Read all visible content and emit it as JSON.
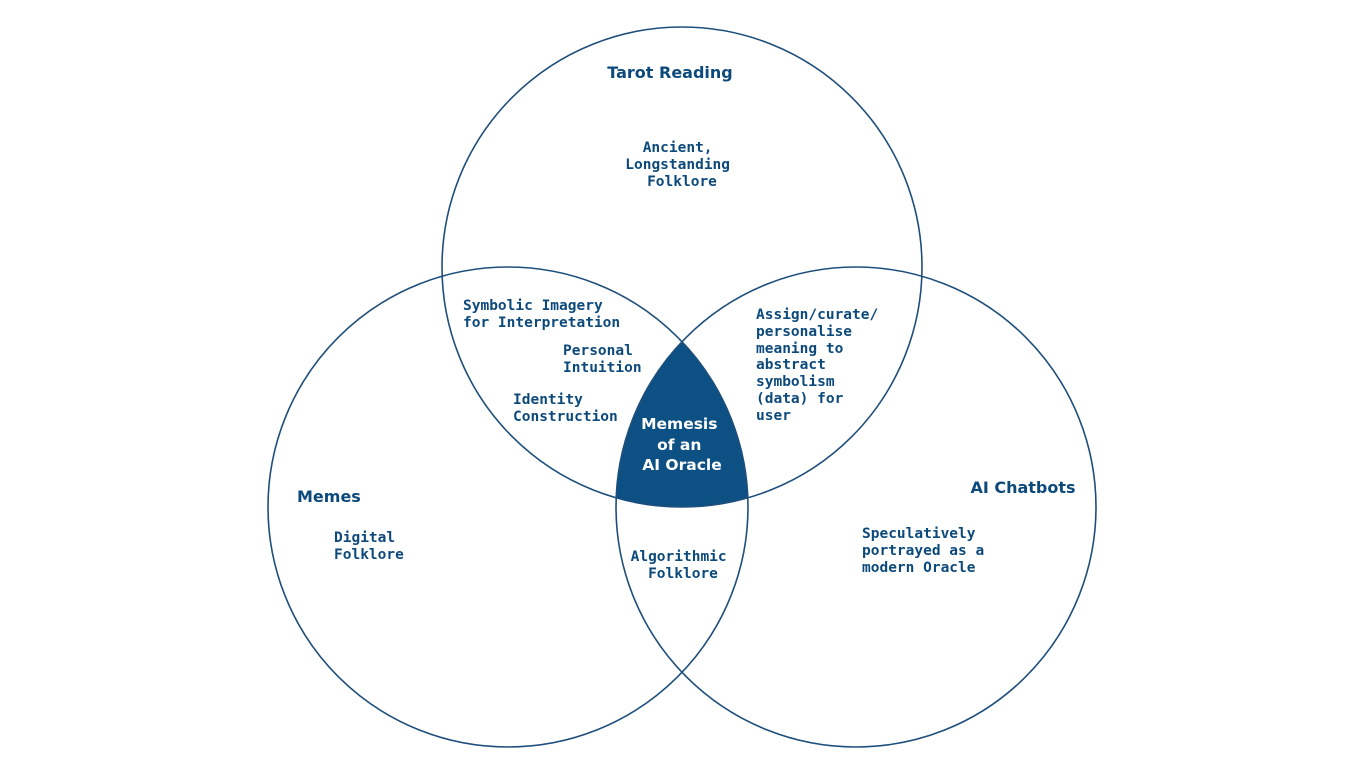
{
  "colors": {
    "stroke": "#1e4f7c",
    "center_fill": "#0d5083",
    "text": "#0d4a7c",
    "center_text": "#ffffff"
  },
  "circles": {
    "tarot": {
      "title": "Tarot Reading",
      "desc": [
        "Ancient,",
        "Longstanding",
        "Folklore"
      ]
    },
    "memes": {
      "title": "Memes",
      "desc": [
        "Digital",
        "Folklore"
      ]
    },
    "chatbots": {
      "title": "AI Chatbots",
      "desc": [
        "Speculatively",
        "portrayed as a",
        "modern Oracle"
      ]
    }
  },
  "overlaps": {
    "tarot_memes": {
      "symbolic": [
        "Symbolic Imagery",
        "for Interpretation"
      ],
      "intuition": [
        "Personal",
        "Intuition"
      ],
      "identity": [
        "Identity",
        "Construction"
      ]
    },
    "tarot_chatbots": [
      "Assign/curate/",
      "personalise",
      "meaning to",
      "abstract",
      "symbolism",
      "(data) for",
      "user"
    ],
    "memes_chatbots": [
      "Algorithmic",
      "Folklore"
    ]
  },
  "center": [
    "Memesis",
    "of an",
    "AI Oracle"
  ]
}
